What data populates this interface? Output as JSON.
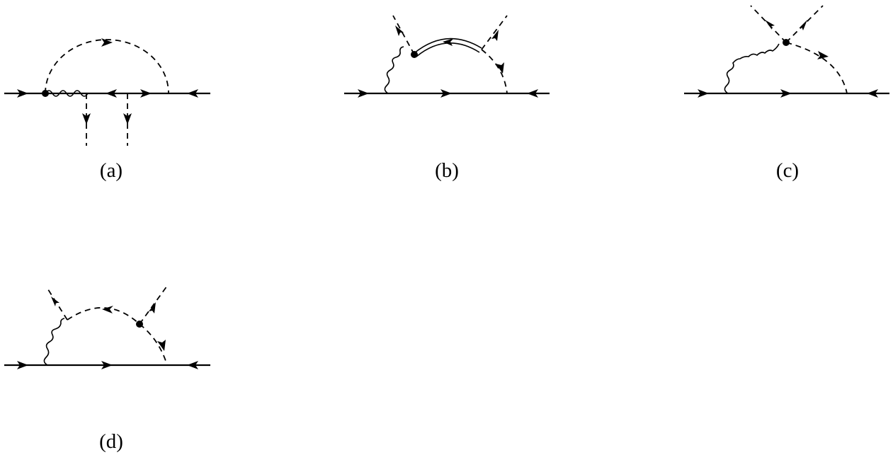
{
  "diagrams": [
    {
      "id": "a",
      "label": "(a)"
    },
    {
      "id": "b",
      "label": "(b)"
    },
    {
      "id": "c",
      "label": "(c)"
    },
    {
      "id": "d",
      "label": "(d)"
    }
  ],
  "colors": {
    "line": "#000000",
    "background": "#ffffff"
  }
}
